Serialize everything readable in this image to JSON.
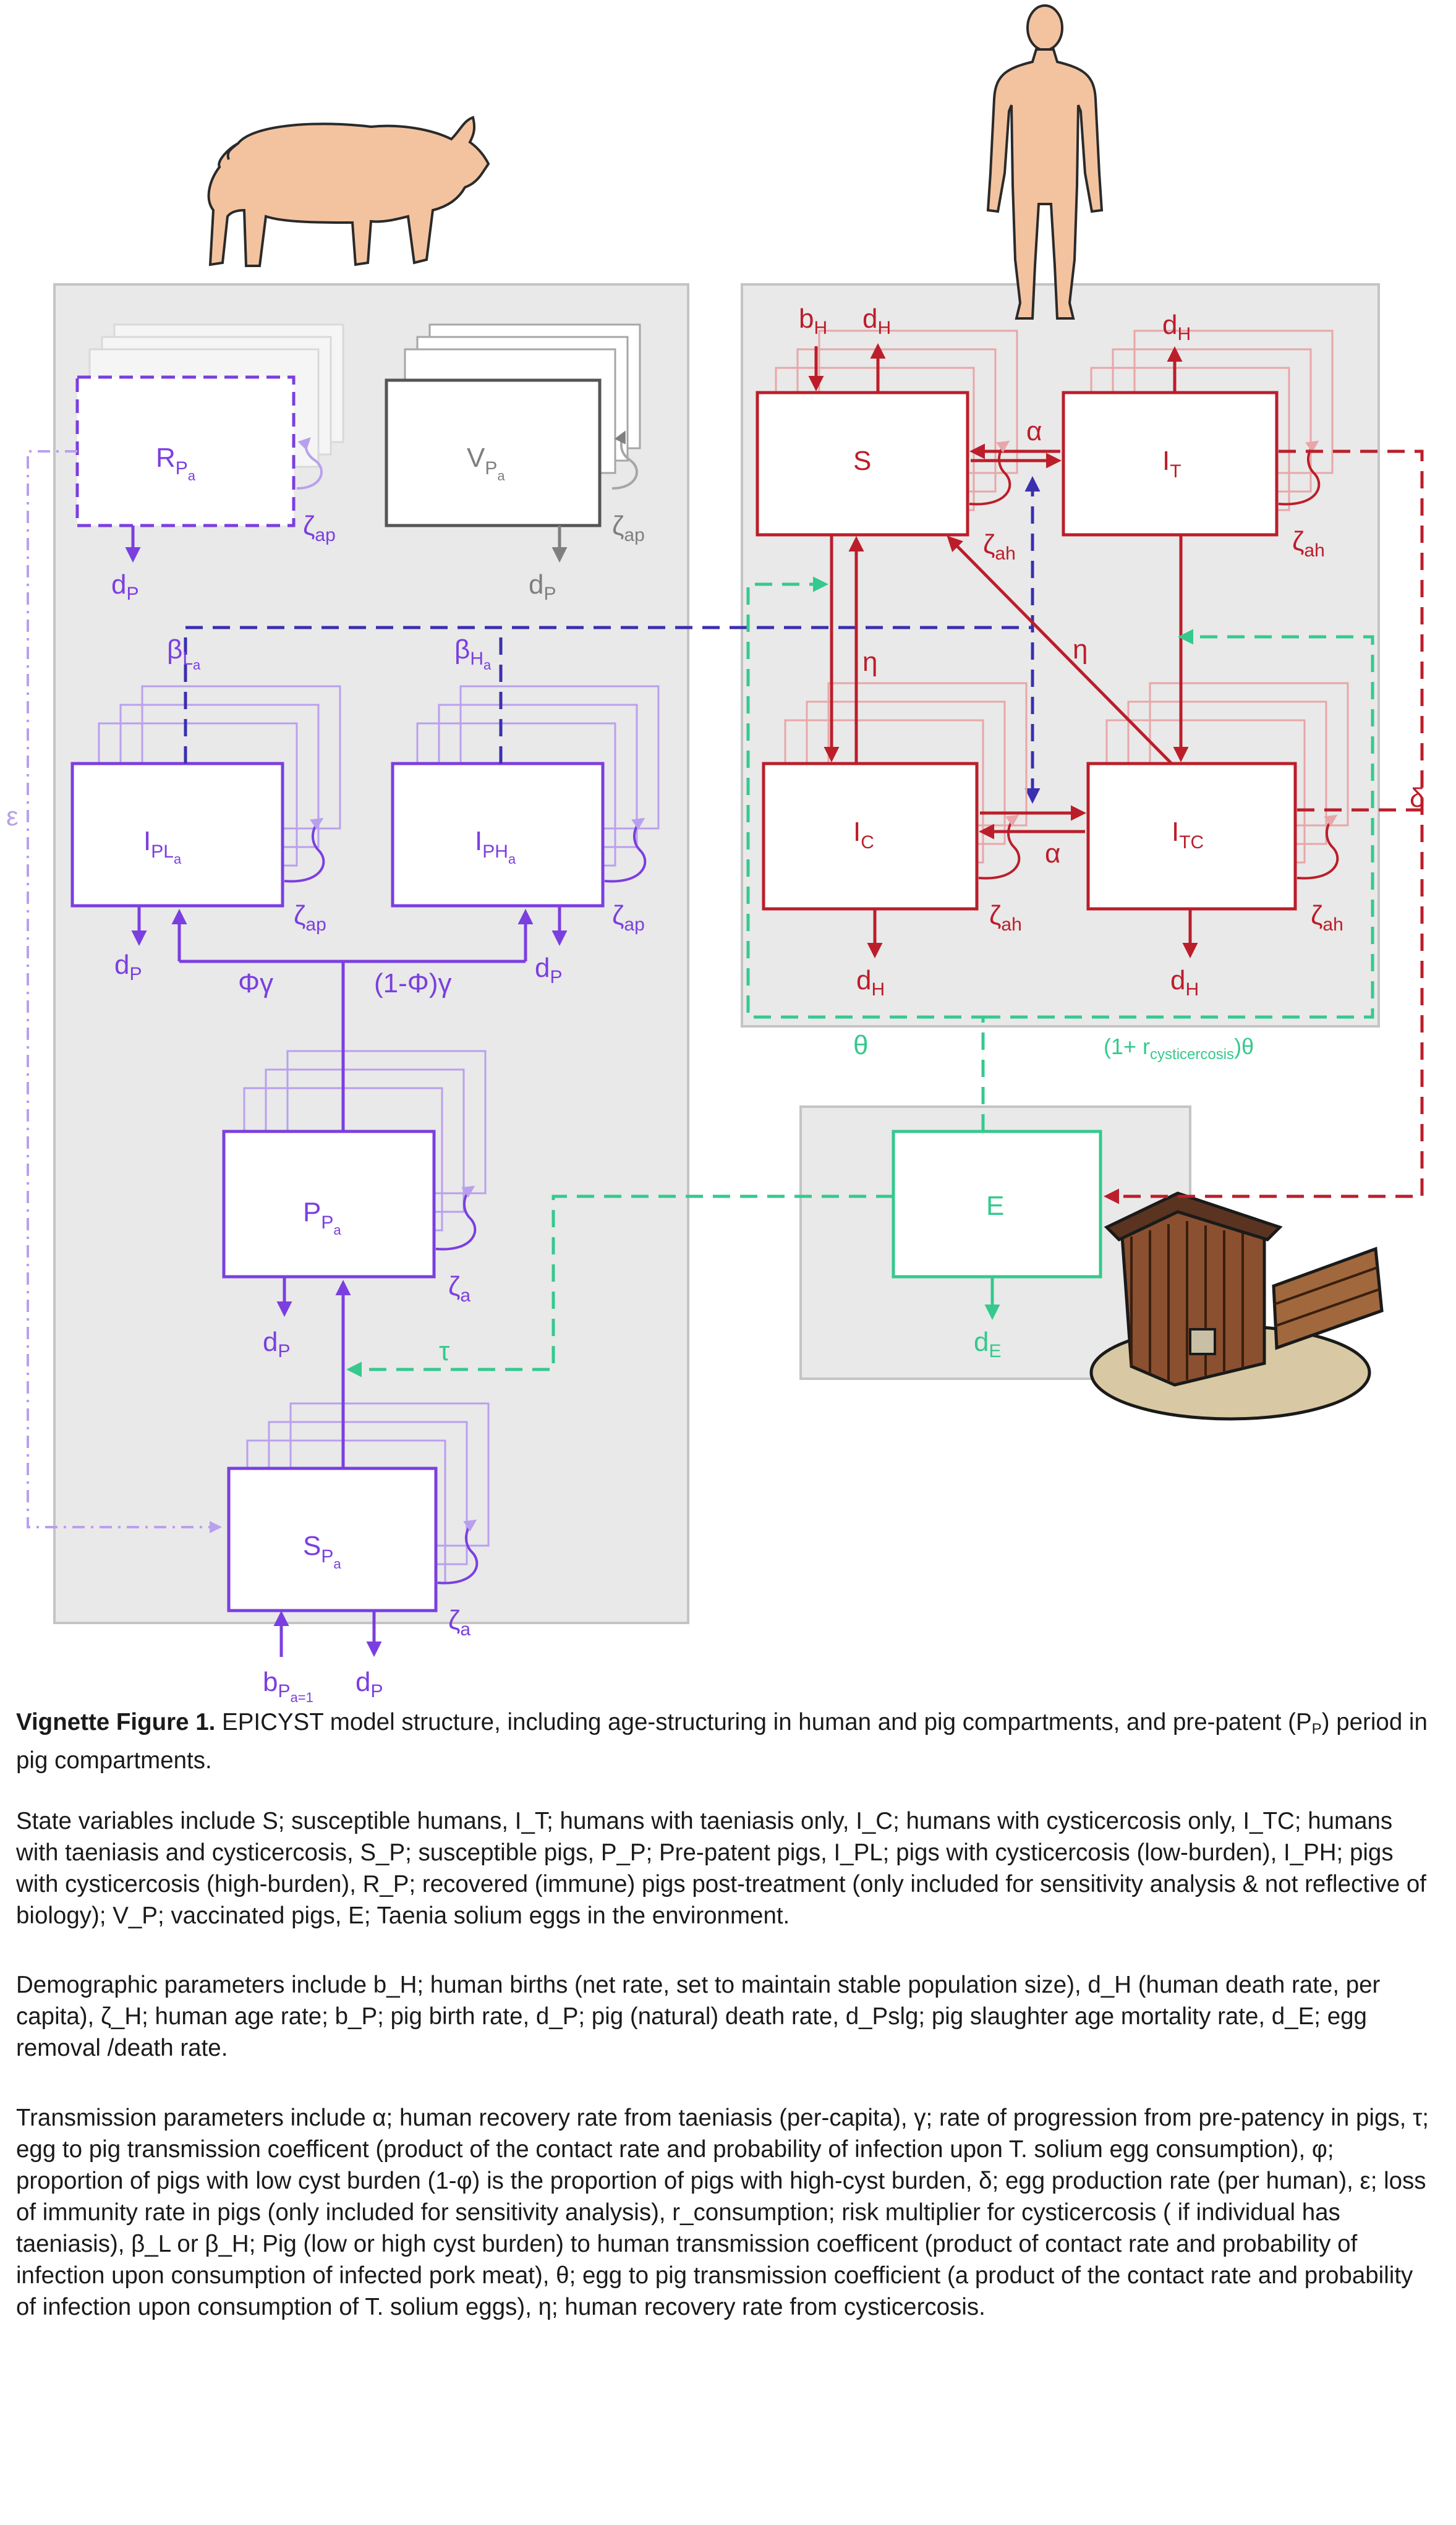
{
  "diagram": {
    "pig_compartments": {
      "R": {
        "name": "R",
        "sub": "P",
        "subsub": "a"
      },
      "V": {
        "name": "V",
        "sub": "P",
        "subsub": "a"
      },
      "IPL": {
        "name": "I",
        "sub": "PL",
        "subsub": "a"
      },
      "IPH": {
        "name": "I",
        "sub": "PH",
        "subsub": "a"
      },
      "PP": {
        "name": "P",
        "sub": "P",
        "subsub": "a"
      },
      "SP": {
        "name": "S",
        "sub": "P",
        "subsub": "a"
      }
    },
    "human_compartments": {
      "S": {
        "name": "S",
        "sub": ""
      },
      "IT": {
        "name": "I",
        "sub": "T"
      },
      "IC": {
        "name": "I",
        "sub": "C"
      },
      "ITC": {
        "name": "I",
        "sub": "TC"
      }
    },
    "egg_compartment": {
      "name": "E"
    },
    "labels": {
      "dP": {
        "main": "d",
        "sub": "P"
      },
      "dH": {
        "main": "d",
        "sub": "H"
      },
      "bH": {
        "main": "b",
        "sub": "H"
      },
      "dE": {
        "main": "d",
        "sub": "E"
      },
      "bPa1": {
        "main": "b",
        "sub": "P",
        "subsub": "a=1"
      },
      "zeta_ap": {
        "main": "ζ",
        "sub": "ap"
      },
      "zeta_a": {
        "main": "ζ",
        "sub": "a"
      },
      "zeta_ah": {
        "main": "ζ",
        "sub": "ah"
      },
      "alpha": "α",
      "eta": "η",
      "delta": "δ",
      "epsilon": "ε",
      "tau": "τ",
      "theta": "θ",
      "theta_r_pre": "(1+ r",
      "theta_r_sub": "cysticercosis",
      "theta_r_post": ")θ",
      "phi_gamma": "Φγ",
      "one_minus_phi_gamma": "(1-Φ)γ",
      "beta_L": {
        "main": "β",
        "sub": "L",
        "subsub": "a"
      },
      "beta_H": {
        "main": "β",
        "sub": "H",
        "subsub": "a"
      }
    },
    "colors": {
      "pig": "#7b3fe0",
      "pig_light": "#b9a0ee",
      "human": "#bb1e2a",
      "human_light": "#e8a6a8",
      "egg": "#35c98e",
      "vaccinated": "#7f7f7f",
      "panel": "#e9e9e9",
      "panel_border": "#c4c4c4",
      "dash_blue": "#3b2fb0"
    },
    "icons": {
      "pig": "pig-silhouette-icon",
      "human": "human-silhouette-icon",
      "latrine": "latrine-outhouse-icon"
    }
  },
  "caption": {
    "title_bold": "Vignette Figure 1.",
    "title_text": " EPICYST model structure, including age-structuring in human and pig compartments, and pre-patent (P",
    "title_sub": "P",
    "title_end": ") period in pig compartments.",
    "state_variables": "State variables include S; susceptible humans, I_T; humans with taeniasis only, I_C; humans with cysticercosis only, I_TC; humans with taeniasis and cysticercosis, S_P; susceptible pigs, P_P; Pre-patent pigs, I_PL; pigs with cysticercosis (low-burden), I_PH; pigs with cysticercosis (high-burden), R_P; recovered (immune) pigs post-treatment (only included for sensitivity analysis & not reflective of biology); V_P; vaccinated pigs, E; Taenia solium eggs in the environment.",
    "demographic": "Demographic parameters include b_H; human births (net rate, set to maintain stable population size), d_H (human death rate, per capita), ζ_H; human age rate; b_P; pig birth rate, d_P; pig (natural) death rate, d_Pslg; pig slaughter age mortality rate, d_E; egg removal /death rate.",
    "transmission": "Transmission parameters include α; human recovery rate from taeniasis (per-capita), γ; rate of progression from pre-patency in pigs, τ; egg to pig transmission coefficent (product of the contact rate and probability of infection upon T. solium egg consumption), φ; proportion of pigs with low cyst burden (1-φ) is the proportion of pigs with high-cyst burden, δ; egg production rate (per human), ε; loss of immunity rate in pigs (only included for sensitivity analysis), r_consumption; risk multiplier for cysticercosis ( if individual has taeniasis), β_L or β_H; Pig (low or high cyst burden) to human transmission coefficent (product of contact rate and probability of infection upon consumption of infected pork meat), θ; egg to pig transmission coefficient (a product of the contact rate and probability of infection upon consumption of T. solium eggs), η; human recovery rate from cysticercosis."
  }
}
